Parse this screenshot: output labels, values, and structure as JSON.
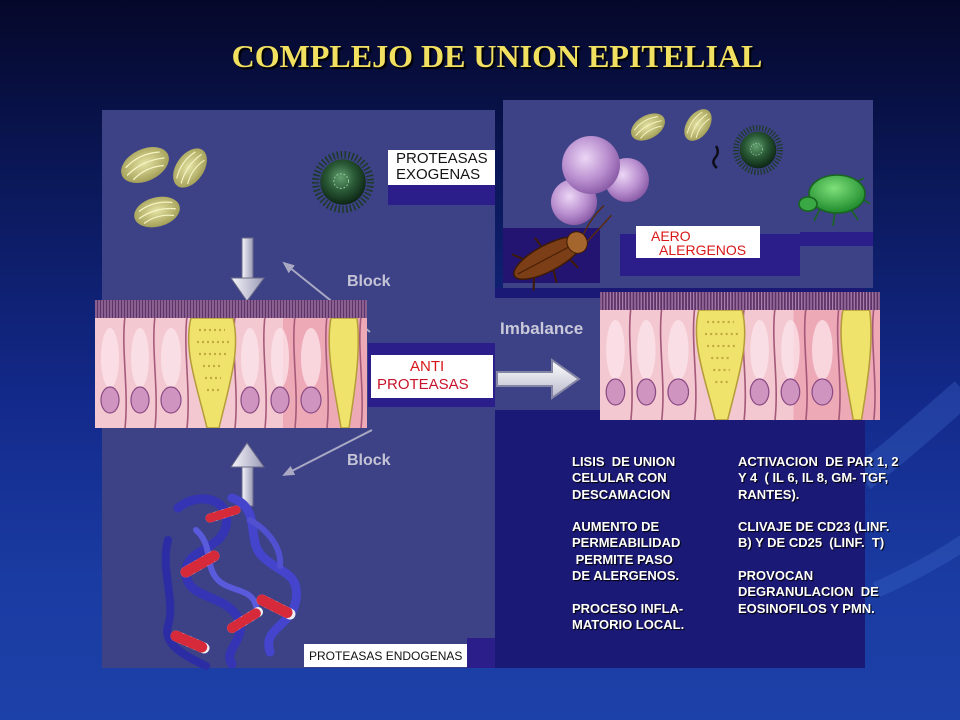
{
  "slide": {
    "title": "COMPLEJO DE UNION EPITELIAL"
  },
  "diagram": {
    "exogenous_proteases_label": [
      "PROTEASAS",
      "EXOGENAS"
    ],
    "aeroallergens_label": [
      "AERO",
      "ALERGENOS"
    ],
    "antiproteases_label": [
      "ANTI",
      "PROTEASAS"
    ],
    "endogenous_proteases_label": "PROTEASAS ENDOGENAS",
    "block_upper": "Block",
    "block_lower": "Block",
    "imbalance": "Imbalance"
  },
  "notes": {
    "left": [
      [
        "LISIS  DE UNION",
        "CELULAR CON",
        "DESCAMACION"
      ],
      [
        "AUMENTO DE",
        "PERMEABILIDAD",
        " PERMITE PASO",
        "DE ALERGENOS."
      ],
      [
        "PROCESO INFLA-",
        "MATORIO LOCAL."
      ]
    ],
    "right": [
      [
        "ACTIVACION  DE PAR 1, 2",
        "Y 4  ( IL 6, IL 8, GM- TGF,",
        "RANTES)."
      ],
      [
        "CLIVAJE DE CD23 (LINF.",
        "B) Y DE CD25  (LINF.  T)"
      ],
      [
        "PROVOCAN",
        "DEGRANULACION  DE",
        "EOSINOFILOS Y PMN."
      ]
    ]
  },
  "colors": {
    "title": "#f2e060",
    "notes_text": "#ffffff",
    "label_red": "#d81818",
    "panel": "#3d4186",
    "panel_dark": "#1b1976",
    "label_band": "#2c1e8a"
  },
  "figures": [
    "pollen-grain-icon",
    "virus-icon",
    "allergen-sphere-icon",
    "dust-mite-icon",
    "cockroach-icon",
    "epithelium-icon",
    "protein-ribbon-icon",
    "arrow-icon"
  ]
}
